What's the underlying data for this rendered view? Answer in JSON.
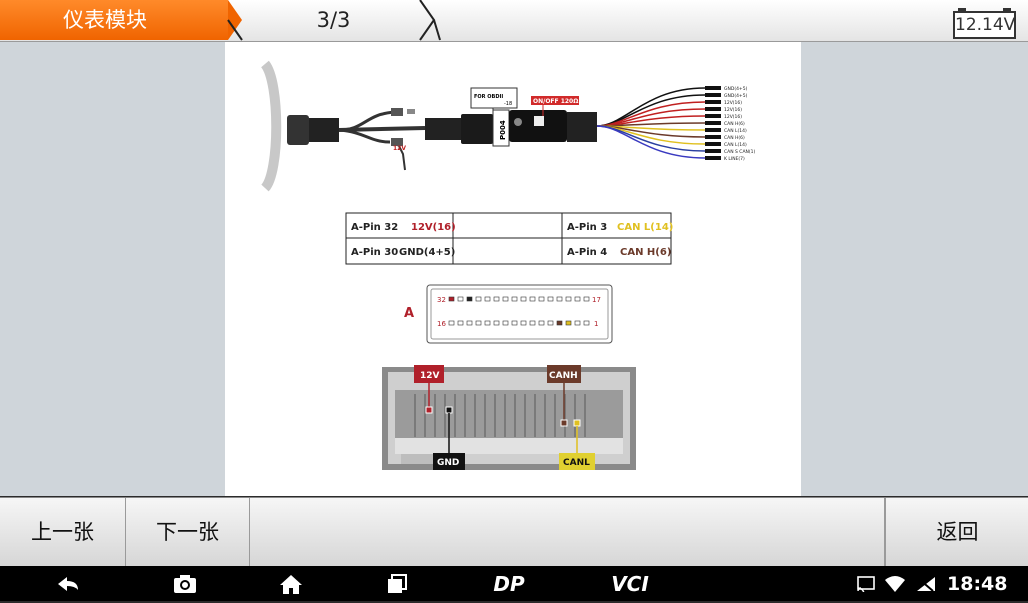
{
  "header": {
    "title": "仪表模块",
    "page_indicator": "3/3",
    "voltage": "12.14V"
  },
  "cable_labels": {
    "for_obdii": "FOR OBDII",
    "p004": "P004",
    "suffix": "-18",
    "switch": "ON/OFF 120Ω",
    "v12": "12V",
    "wires": [
      "GND(4+5)",
      "GND(4+5)",
      "12V(16)",
      "12V(16)",
      "12V(16)",
      "CAN H(6)",
      "CAN L(14)",
      "CAN H(6)",
      "CAN L(14)",
      "CAN S CAN(1)",
      "K LINE(7)"
    ]
  },
  "pin_table": {
    "rows": [
      {
        "pin_a": "A-Pin 32",
        "sig_a": "12V(16)",
        "pin_b": "A-Pin 3",
        "sig_b": "CAN L(14)"
      },
      {
        "pin_a": "A-Pin 30",
        "sig_a": "GND(4+5)",
        "pin_b": "A-Pin 4",
        "sig_b": "CAN H(6)"
      }
    ]
  },
  "connector": {
    "letter": "A",
    "top_left": "32",
    "top_right": "17",
    "bottom_left": "16",
    "bottom_right": "1"
  },
  "photo_labels": {
    "v12": "12V",
    "canh": "CANH",
    "gnd": "GND",
    "canl": "CANL"
  },
  "buttons": {
    "prev": "上一张",
    "next": "下一张",
    "back": "返回"
  },
  "status": {
    "time": "18:48",
    "dp": "DP",
    "vci": "VCI"
  },
  "colors": {
    "accent": "#f06400",
    "red_signal": "#b0202a",
    "can_l": "#e0c020",
    "can_h": "#6b3a2a"
  }
}
